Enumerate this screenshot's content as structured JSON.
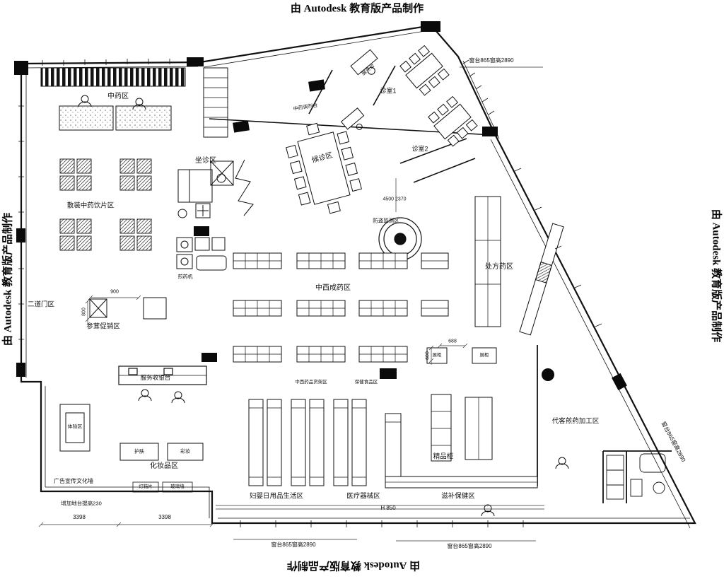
{
  "watermarks": {
    "text": "由 Autodesk 教育版产品制作"
  },
  "areas": {
    "zhongyao": "中药区",
    "zuozhen": "坐诊区",
    "houzhen": "候诊区",
    "zhenshi1": "诊室1",
    "zhenshi2": "诊室2",
    "fuwutai": "服务台",
    "tiaojitai": "中药调剂台",
    "sanzhuang": "散装中药饮片区",
    "erdaomen": "二道门区",
    "shenrong": "参茸促销区",
    "jianyaoji": "煎药机",
    "zhongxi": "中西成药区",
    "chufang": "处方药区",
    "fangdao": "防盗监测区",
    "shouyin": "服务收银台",
    "tiyan": "体验区",
    "huazhuangpin": "化妆品区",
    "hufu": "护肤",
    "caizhuang": "彩妆",
    "guanggao": "广告宣传文化墙",
    "dengxiang": "灯箱片",
    "boliqiang": "玻璃墙",
    "ditai": "增加地台提高230",
    "fuying": "妇婴日用品生活区",
    "yiliao": "医疗器械区",
    "zibu": "滋补保健区",
    "jingpin": "精品柜",
    "jianyao": "代客煎药加工区",
    "huojia1": "中西药品货架区",
    "huojia2": "保健食品区",
    "zhangui": "展柜"
  },
  "annotations": {
    "window_sill": "窗台865窗高2890",
    "h850": "H 850",
    "dim_3398": "3398",
    "dim_900": "900",
    "dim_800": "800",
    "dim_600": "600",
    "dim_688": "688",
    "dim_circle": "4500 2370"
  }
}
